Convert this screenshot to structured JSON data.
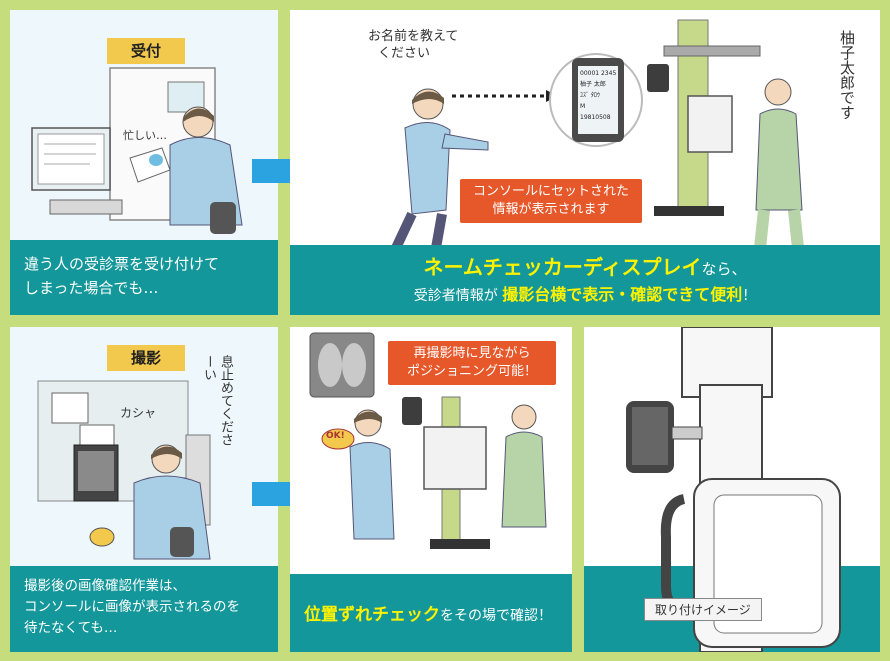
{
  "panel1": {
    "tag": "受付",
    "bubble": "忙しい…",
    "caption_lines": [
      "違う人の受診票を受け付けて",
      "しまった場合でも…"
    ]
  },
  "panel2": {
    "speech_left": [
      "お名前を教えて",
      "ください"
    ],
    "speech_right": "柚子太郎です",
    "screen_lines": [
      "00001 2345",
      "柚子 太郎",
      "ﾕｽﾞ ﾀﾛｳ",
      "M",
      "19810508"
    ],
    "callout_lines": [
      "コンソールにセットされた",
      "情報が表示されます"
    ],
    "caption_title": "ネームチェッカーディスプレイ",
    "caption_title_suffix": "なら、",
    "caption_line2_prefix": "受診者情報が",
    "caption_line2_highlight": "撮影台横で表示・確認できて便利",
    "caption_line2_suffix": "！"
  },
  "panel3": {
    "tag": "撮影",
    "speech": "息止めてくださーい",
    "sfx": "カシャ",
    "caption_lines": [
      "撮影後の画像確認作業は、",
      "コンソールに画像が表示されるのを",
      "待たなくても…"
    ]
  },
  "panel4": {
    "callout_lines": [
      "再撮影時に見ながら",
      "ポジショニング可能！"
    ],
    "ok_badge": "OK!",
    "caption_highlight": "位置ずれチェック",
    "caption_suffix": "をその場で確認！"
  },
  "panel5": {
    "label": "取り付けイメージ"
  },
  "colors": {
    "background": "#c6dd7e",
    "caption": "#13979a",
    "tag": "#f2c94c",
    "arrow": "#2aa3e0",
    "callout": "#e6572a",
    "highlight": "#fff200"
  }
}
